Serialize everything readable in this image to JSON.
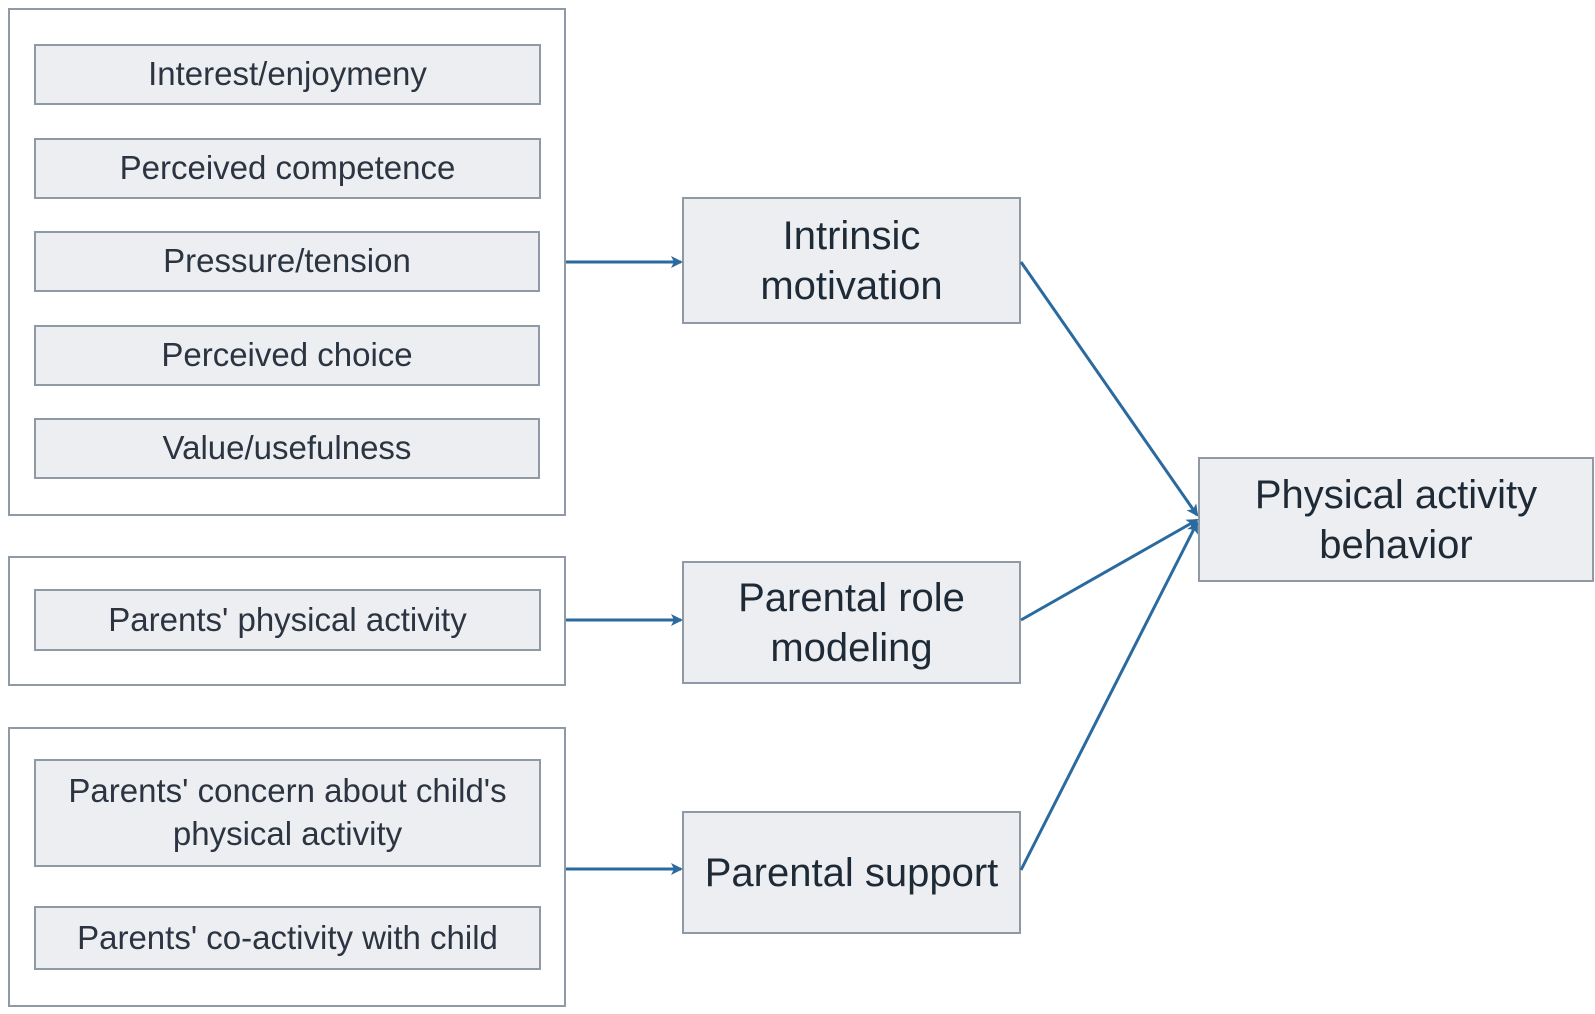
{
  "groups": {
    "motivation_factors": {
      "items": [
        "Interest/enjoymeny",
        "Perceived competence",
        "Pressure/tension",
        "Perceived  choice",
        "Value/usefulness"
      ]
    },
    "role_modeling_factors": {
      "items": [
        "Parents' physical activity"
      ]
    },
    "support_factors": {
      "items": [
        "Parents' concern about child's\nphysical activity",
        "Parents' co-activity with child"
      ]
    }
  },
  "nodes": {
    "intrinsic_motivation": "Intrinsic\nmotivation",
    "parental_role_modeling": "Parental role\nmodeling",
    "parental_support": "Parental support",
    "physical_activity_behavior": "Physical activity\nbehavior"
  },
  "colors": {
    "arrow": "#2a6a9e",
    "box_fill": "#eceef2",
    "box_border": "#8f9aa6"
  }
}
